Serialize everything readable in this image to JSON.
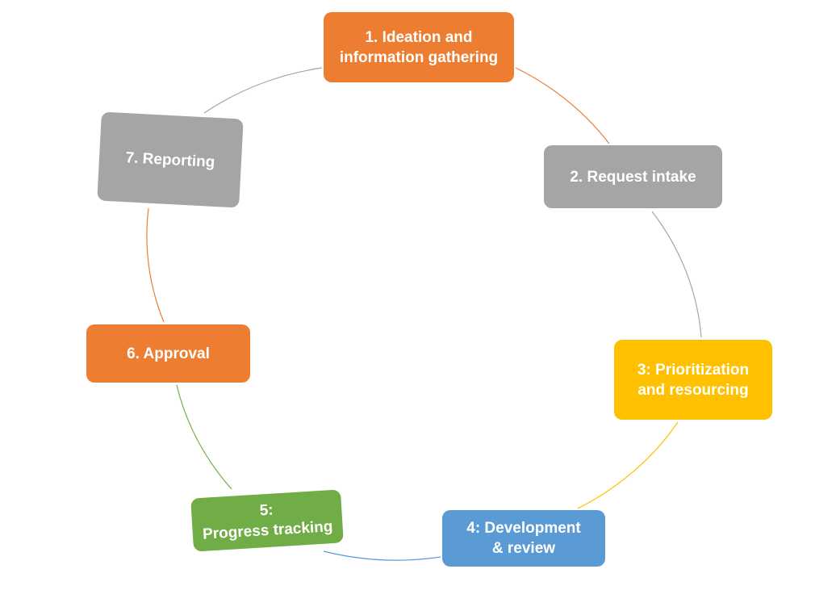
{
  "diagram": {
    "type": "cycle",
    "steps": [
      {
        "id": "1",
        "label": "1.  Ideation and\ninformation gathering",
        "color": "#ED7D31"
      },
      {
        "id": "2",
        "label": "2. Request intake",
        "color": "#A5A5A5"
      },
      {
        "id": "3",
        "label": "3: Prioritization\nand resourcing",
        "color": "#FFC000"
      },
      {
        "id": "4",
        "label": "4: Development\n& review",
        "color": "#5B9BD5"
      },
      {
        "id": "5",
        "label": "5:\nProgress tracking",
        "color": "#70AD47"
      },
      {
        "id": "6",
        "label": "6. Approval",
        "color": "#ED7D31"
      },
      {
        "id": "7",
        "label": "7. Reporting",
        "color": "#A5A5A5"
      }
    ],
    "connectors": [
      {
        "from": "1",
        "to": "2",
        "color": "#ED7D31"
      },
      {
        "from": "2",
        "to": "3",
        "color": "#A5A5A5"
      },
      {
        "from": "3",
        "to": "4",
        "color": "#FFC000"
      },
      {
        "from": "4",
        "to": "5",
        "color": "#5B9BD5"
      },
      {
        "from": "5",
        "to": "6",
        "color": "#70AD47"
      },
      {
        "from": "6",
        "to": "7",
        "color": "#ED7D31"
      },
      {
        "from": "7",
        "to": "1",
        "color": "#A5A5A5"
      }
    ]
  }
}
